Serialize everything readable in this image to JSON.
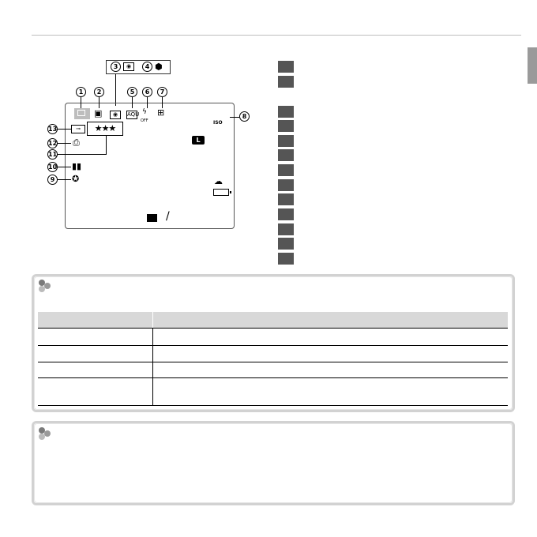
{
  "callouts": [
    "1",
    "2",
    "3",
    "4",
    "5",
    "6",
    "7",
    "8",
    "9",
    "10",
    "11",
    "12",
    "13"
  ],
  "screen": {
    "iso_label": "ISO",
    "quality_label": "L",
    "flash_off_label": "OFF",
    "slash": "/",
    "stars": "★★★",
    "dynamic_range_label": "AQU"
  },
  "icons": [
    "playback-icon",
    "face-detection-icon",
    "red-eye-icon",
    "red-eye-removed-icon",
    "dynamic-range-icon",
    "flash-off-icon",
    "gift-icon",
    "protect-icon",
    "print-icon",
    "photobook-icon",
    "world-time-icon",
    "cloudy-icon",
    "battery-icon",
    "exposure-compensation-icon"
  ],
  "colors": {
    "number_bullet": "#555555",
    "table_header": "#d8d8d8",
    "box_border": "#d2d2d2",
    "hex_dark": "#7a7a7a",
    "hex_light": "#bbbbbb"
  }
}
